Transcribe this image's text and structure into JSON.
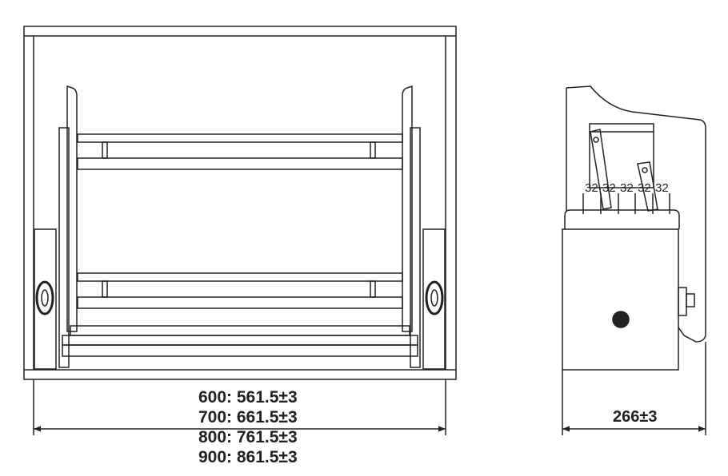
{
  "front_view": {
    "width_dimensions": [
      "600: 561.5±3",
      "700: 661.5±3",
      "800: 761.5±3",
      "900: 861.5±3"
    ]
  },
  "side_view": {
    "depth_dimension": "266±3",
    "spacing_labels": [
      "32",
      "32",
      "32",
      "32",
      "32"
    ]
  },
  "colors": {
    "line": "#222222",
    "background": "#ffffff"
  }
}
